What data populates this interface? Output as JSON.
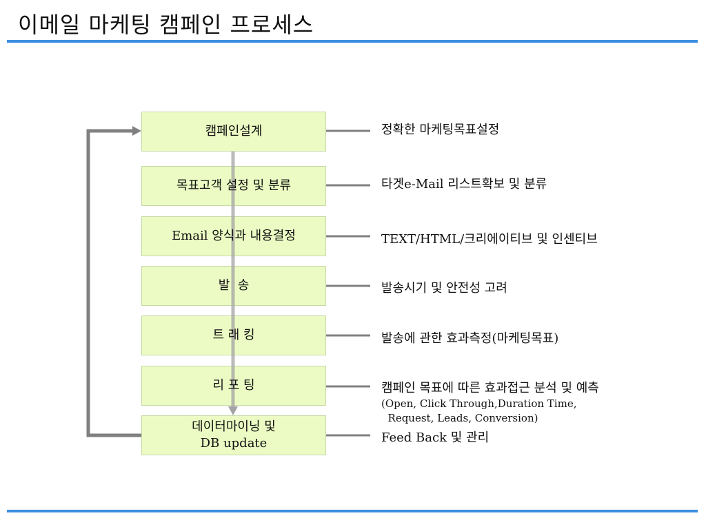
{
  "title": "이메일 마케팅 캠페인 프로세스",
  "steps": [
    {
      "label": "캠페인설계",
      "desc": "정확한 마케팅목표설정"
    },
    {
      "label": "목표고객 설정 및 분류",
      "desc": "타겟e-Mail 리스트확보 및 분류"
    },
    {
      "label": "Email 양식과 내용결정",
      "desc": "TEXT/HTML/크리에이티브 및 인센티브"
    },
    {
      "label": "발  송",
      "desc": "발송시기 및 안전성 고려"
    },
    {
      "label": "트 래 킹",
      "desc": "발송에 관한 효과측정(마케팅목표)"
    },
    {
      "label": "리 포 팅",
      "desc": "캠페인 목표에 따른 효과접근 분석 및 예측",
      "sub": [
        "(Open, Click Through,Duration Time,",
        "  Request, Leads, Conversion)"
      ]
    },
    {
      "label_lines": [
        "데이터마이닝 및",
        "DB update"
      ],
      "desc": "Feed Back 및 관리"
    }
  ],
  "colors": {
    "box_fill": "#ebfbc3",
    "box_border": "#c5d9a6",
    "connector": "#808080",
    "center_arrow": "#a3a3a3",
    "rule": "#3d8fe0"
  }
}
